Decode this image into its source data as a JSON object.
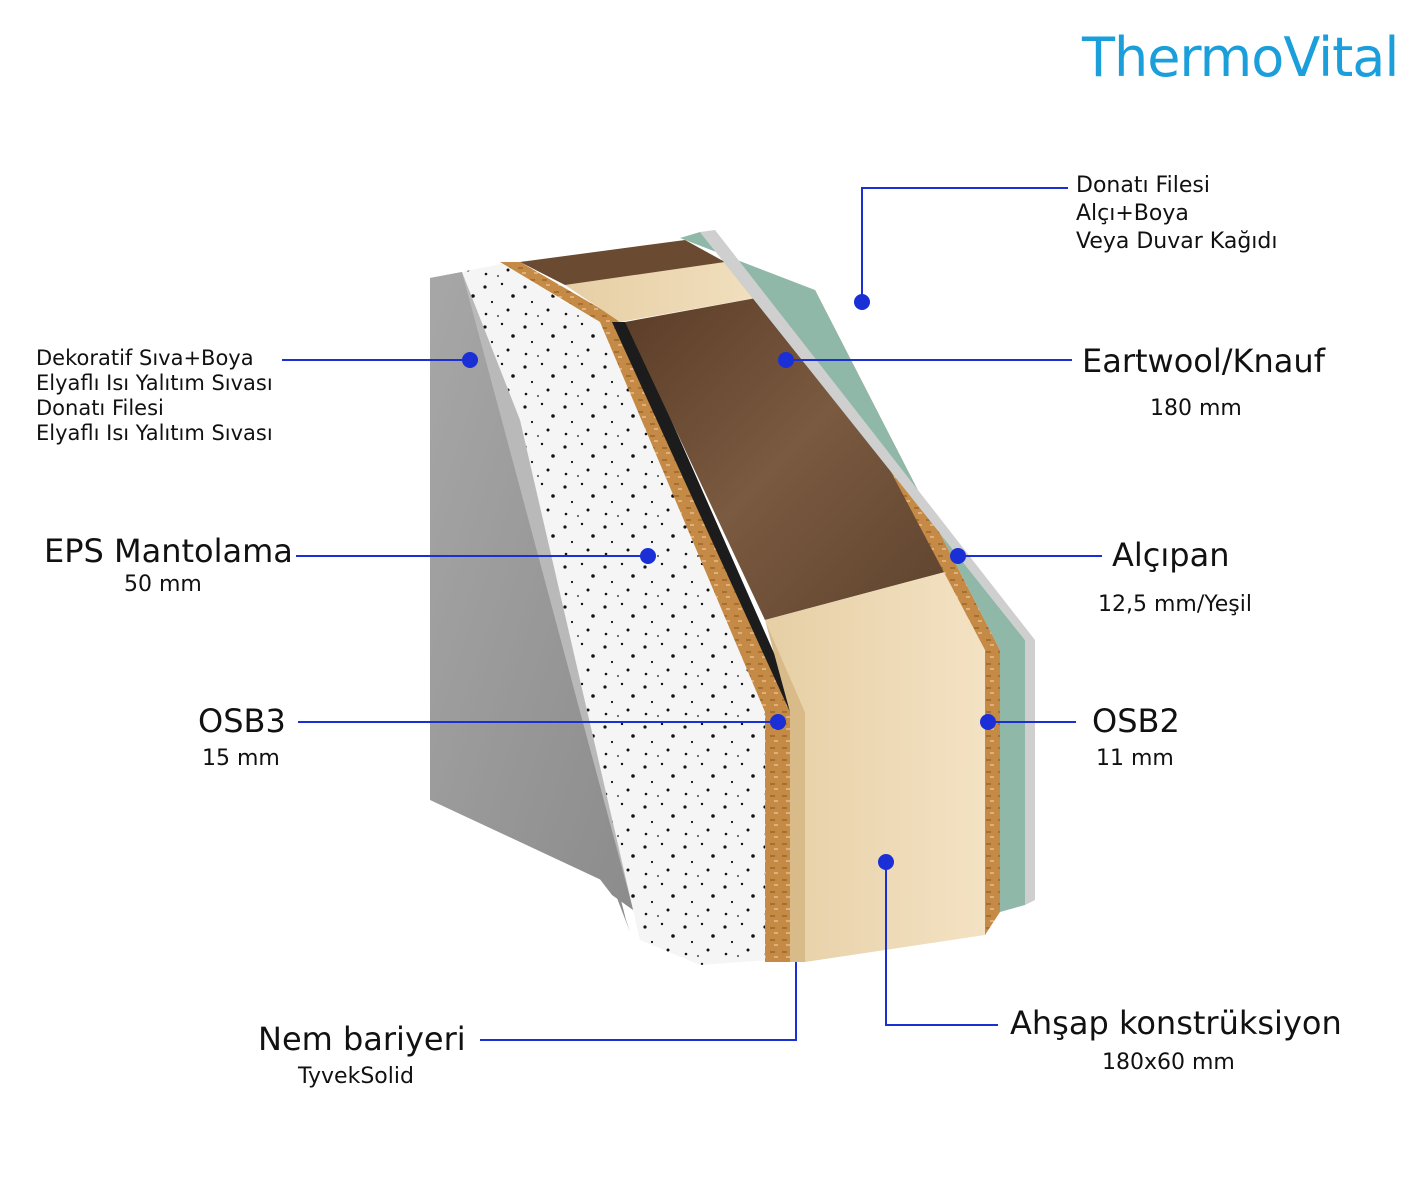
{
  "brand": "ThermoVital",
  "labels": {
    "exterior_finish": {
      "lines": [
        "Dekoratif Sıva+Boya",
        "Elyaflı Isı Yalıtım Sıvası",
        "Donatı Filesi",
        "Elyaflı Isı Yalıtım Sıvası"
      ]
    },
    "eps": {
      "title": "EPS Mantolama",
      "sub": "50 mm"
    },
    "osb3": {
      "title": "OSB3",
      "sub": "15 mm"
    },
    "vapor_barrier": {
      "title": "Nem bariyeri",
      "sub": "TyvekSolid"
    },
    "interior_finish": {
      "lines": [
        "Donatı Filesi",
        "Alçı+Boya",
        "Veya Duvar Kağıdı"
      ]
    },
    "insulation": {
      "title": "Eartwool/Knauf",
      "sub": "180 mm"
    },
    "gypsum": {
      "title": "Alçıpan",
      "sub": "12,5 mm/Yeşil"
    },
    "osb2": {
      "title": "OSB2",
      "sub": "11 mm"
    },
    "timber": {
      "title": "Ahşap konstrüksiyon",
      "sub": "180x60 mm"
    }
  },
  "colors": {
    "brand": "#1a9fdb",
    "leader": "#1b2fd6",
    "plaster": "#9a9a9a",
    "eps": "#f4f4f4",
    "osb": "#c48a46",
    "membrane": "#1c1c1c",
    "wool": "#6b4a32",
    "timber": "#ecd7b0",
    "gypsum": "#8fb8a8"
  }
}
